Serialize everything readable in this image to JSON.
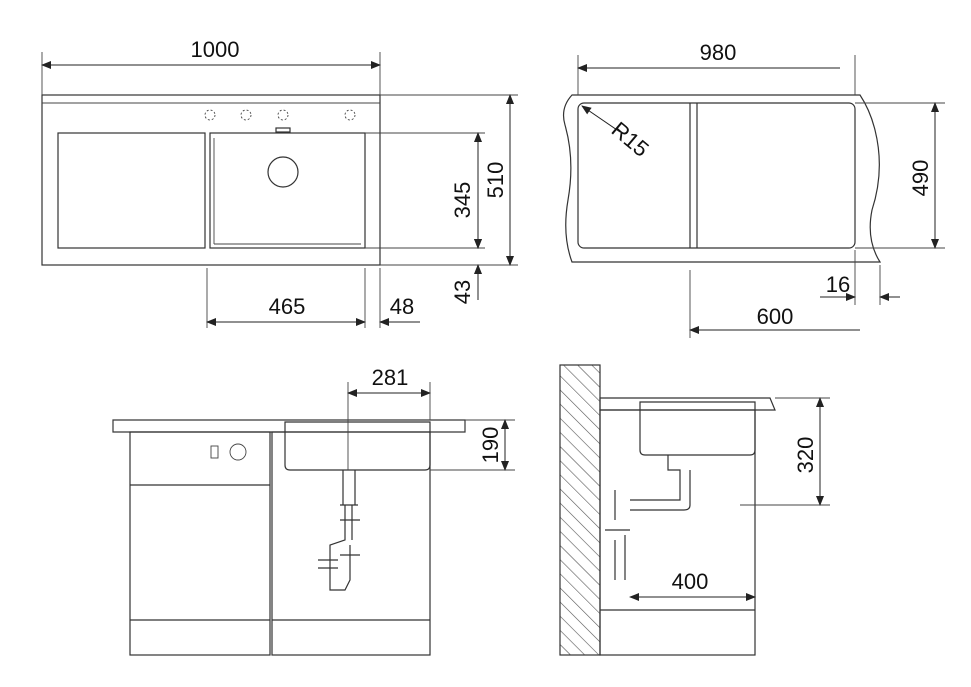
{
  "top_view": {
    "overall_width": "1000",
    "overall_depth": "510",
    "bowl_depth": "345",
    "front_margin": "43",
    "bowl_width": "465",
    "side_margin": "48"
  },
  "cutout_view": {
    "cutout_width": "980",
    "cutout_depth": "490",
    "corner_radius": "R15",
    "bowl_cutout_width": "600",
    "offset": "16"
  },
  "front_view": {
    "drain_offset": "281",
    "bowl_height": "190"
  },
  "side_view": {
    "bowl_depth_below": "320",
    "drain_distance": "400"
  }
}
